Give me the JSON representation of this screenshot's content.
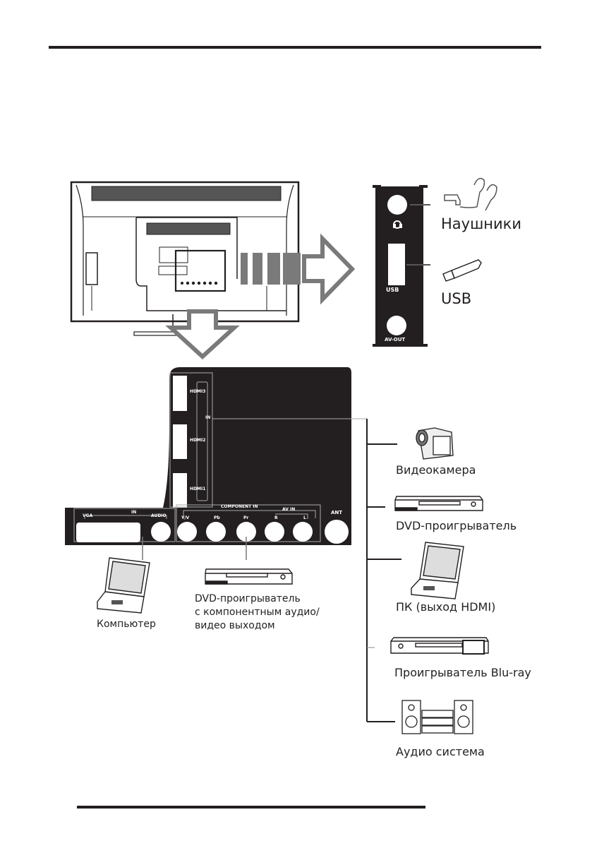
{
  "page": {
    "has_top_rule": true,
    "has_bottom_rule": true
  },
  "side_panel": {
    "ports": [
      {
        "id": "headphones",
        "label": "",
        "icon": "headphone-icon"
      },
      {
        "id": "usb",
        "label": "USB"
      },
      {
        "id": "av_out",
        "label": "AV-OUT"
      }
    ],
    "devices": [
      {
        "id": "headphones",
        "label": "Наушники",
        "icon": "earphones-icon"
      },
      {
        "id": "usb",
        "label": "USB",
        "icon": "usb-stick-icon"
      }
    ]
  },
  "main_panel": {
    "hdmi_ports": [
      "HDMI3",
      "HDMI2",
      "HDMI1"
    ],
    "hdmi_group_label": "IN",
    "bottom_group": {
      "vga_in_label": "IN",
      "vga_label": "VGA",
      "audio_label": "AUDIO",
      "component_in_label": "COMPONENT IN",
      "av_in_label": "AV IN",
      "component_ports": [
        "Y/V",
        "Pb",
        "Pr",
        "R",
        "L"
      ],
      "ant_label": "ANT"
    }
  },
  "bottom_devices": [
    {
      "id": "computer",
      "label": "Компьютер",
      "icon": "laptop-icon"
    },
    {
      "id": "dvd_component",
      "label_lines": [
        "DVD-проигрыватель",
        "с компонентным аудио/",
        "видео выходом"
      ],
      "icon": "dvd-player-icon"
    }
  ],
  "hdmi_devices": [
    {
      "id": "camcorder",
      "label": "Видеокамера",
      "icon": "camcorder-icon"
    },
    {
      "id": "dvd",
      "label": "DVD-проигрыватель",
      "icon": "dvd-player-icon"
    },
    {
      "id": "pc",
      "label": "ПК (выход HDMI)",
      "icon": "laptop-icon"
    },
    {
      "id": "bluray",
      "label": "Проигрыватель Blu-ray",
      "icon": "bluray-player-icon"
    },
    {
      "id": "audio",
      "label": "Аудио система",
      "icon": "stereo-system-icon"
    }
  ],
  "colors": {
    "ink": "#231f20",
    "arrow": "#7a7a7a",
    "panel": "#231f20"
  }
}
